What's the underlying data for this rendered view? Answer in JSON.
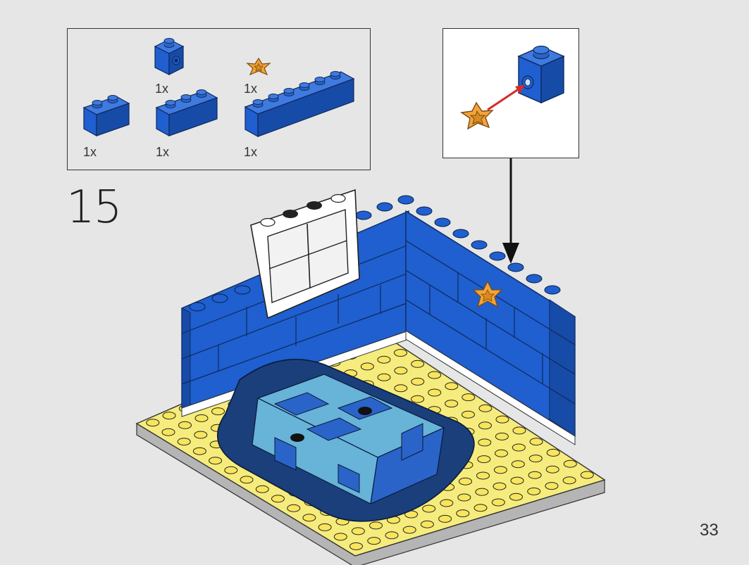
{
  "step": {
    "number": "15"
  },
  "page": {
    "number": "33"
  },
  "parts": [
    {
      "name": "1x1 brick with side stud",
      "quantity": "1x",
      "color": "#1f5fcf"
    },
    {
      "name": "star",
      "quantity": "1x",
      "color": "#f2a43a"
    },
    {
      "name": "1x2 brick",
      "quantity": "1x",
      "color": "#1f5fcf"
    },
    {
      "name": "1x3 brick",
      "quantity": "1x",
      "color": "#1f5fcf"
    },
    {
      "name": "1x6 brick",
      "quantity": "1x",
      "color": "#1f5fcf"
    }
  ],
  "colors": {
    "brick_blue": "#1f5fcf",
    "plate_yellow": "#f6ec7d",
    "tile_dark": "#1b3f7a",
    "tile_light": "#68b3d8",
    "star_orange": "#f2a43a",
    "arrow_red": "#d62b2b"
  }
}
